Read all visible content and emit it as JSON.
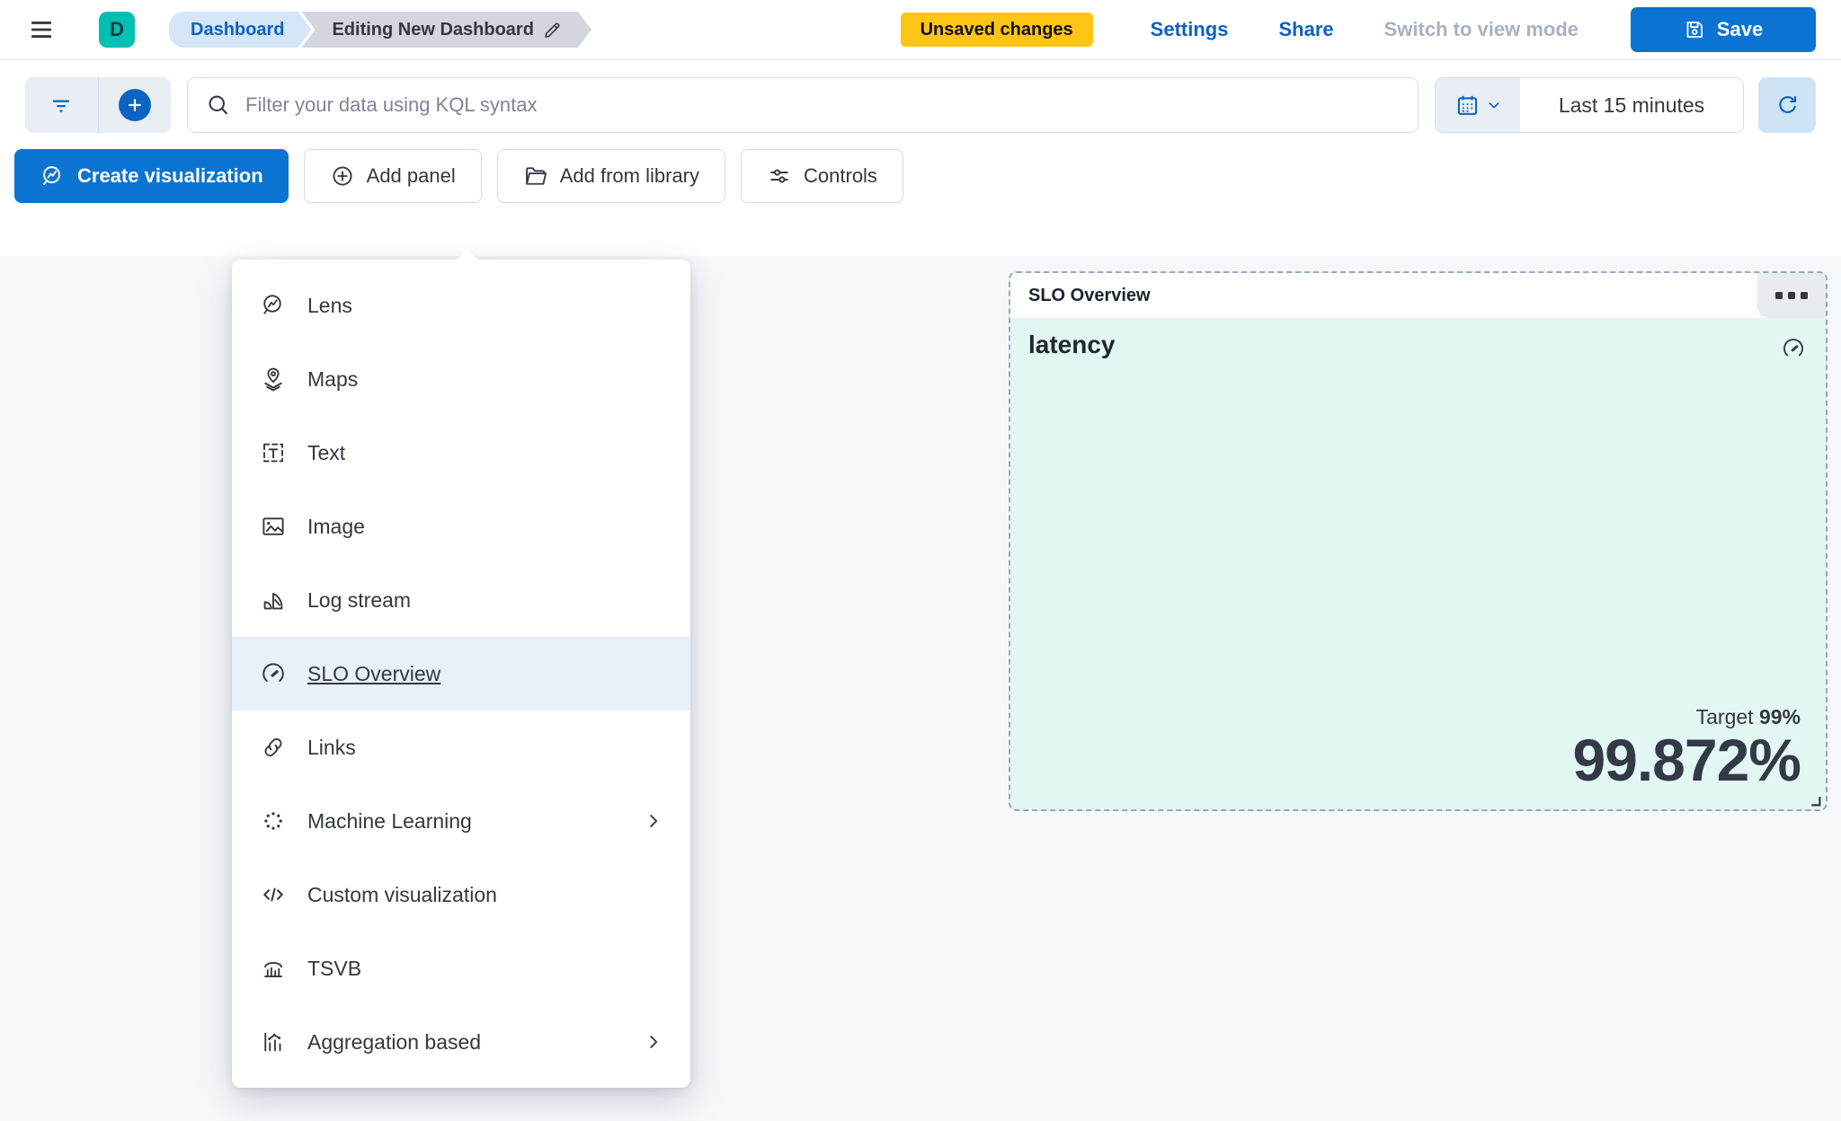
{
  "header": {
    "logo_letter": "D",
    "breadcrumbs": [
      {
        "label": "Dashboard"
      },
      {
        "label": "Editing New Dashboard"
      }
    ],
    "unsaved_badge": "Unsaved changes",
    "settings_label": "Settings",
    "share_label": "Share",
    "view_mode_label": "Switch to view mode",
    "save_label": "Save"
  },
  "filter_bar": {
    "search_placeholder": "Filter your data using KQL syntax",
    "time_range": "Last 15 minutes"
  },
  "toolbar": {
    "create_visualization": "Create visualization",
    "add_panel": "Add panel",
    "add_from_library": "Add from library",
    "controls": "Controls"
  },
  "add_panel_menu": {
    "items": [
      {
        "label": "Lens",
        "icon": "lens-icon",
        "selected": false,
        "has_submenu": false
      },
      {
        "label": "Maps",
        "icon": "maps-icon",
        "selected": false,
        "has_submenu": false
      },
      {
        "label": "Text",
        "icon": "text-icon",
        "selected": false,
        "has_submenu": false
      },
      {
        "label": "Image",
        "icon": "image-icon",
        "selected": false,
        "has_submenu": false
      },
      {
        "label": "Log stream",
        "icon": "log-stream-icon",
        "selected": false,
        "has_submenu": false
      },
      {
        "label": "SLO Overview",
        "icon": "gauge-icon",
        "selected": true,
        "has_submenu": false
      },
      {
        "label": "Links",
        "icon": "link-icon",
        "selected": false,
        "has_submenu": false
      },
      {
        "label": "Machine Learning",
        "icon": "machine-learning-icon",
        "selected": false,
        "has_submenu": true
      },
      {
        "label": "Custom visualization",
        "icon": "code-icon",
        "selected": false,
        "has_submenu": false
      },
      {
        "label": "TSVB",
        "icon": "tsvb-icon",
        "selected": false,
        "has_submenu": false
      },
      {
        "label": "Aggregation based",
        "icon": "aggregation-icon",
        "selected": false,
        "has_submenu": true
      }
    ]
  },
  "slo_panel": {
    "header_title": "SLO Overview",
    "metric_name": "latency",
    "target_label": "Target",
    "target_value": "99%",
    "value": "99.872%"
  },
  "colors": {
    "primary_blue": "#0b74d1",
    "link_blue": "#0a61c3",
    "warning_yellow": "#fec514",
    "brand_teal": "#00bfb3",
    "panel_success_tint": "#e2f6f3",
    "menu_selected_tint": "#e8f0fa",
    "text_dark": "#343741"
  }
}
